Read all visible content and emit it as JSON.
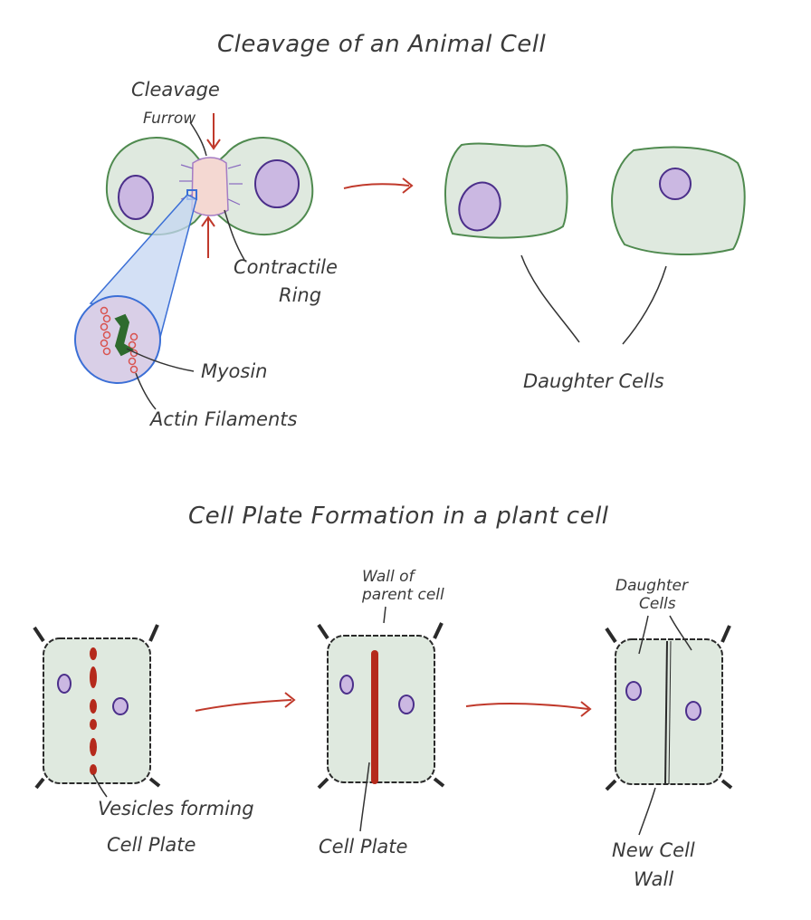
{
  "section_animal": {
    "title": "Cleavage of an Animal Cell",
    "labels": {
      "cleavage": "Cleavage",
      "furrow": "Furrow",
      "contractile": "Contractile",
      "ring": "Ring",
      "myosin": "Myosin",
      "actin": "Actin Filaments",
      "daughter_cells": "Daughter Cells"
    }
  },
  "section_plant": {
    "title": "Cell Plate  Formation in a plant cell",
    "labels": {
      "wall_of": "Wall of",
      "parent_cell": "parent cell",
      "daughter": "Daughter",
      "cells": "Cells",
      "vesicles": "Vesicles forming",
      "cell_plate_1": "Cell Plate",
      "cell_plate_2": "Cell Plate",
      "new_cell": "New Cell",
      "wall": "Wall"
    }
  },
  "colors": {
    "cell_fill": "#dfe9df",
    "cell_outline_animal": "#4f8a4f",
    "cell_outline_plant": "#2a2a2a",
    "nucleus_fill": "#cbb8e2",
    "nucleus_outline": "#4b2f8a",
    "arrow": "#c0392b",
    "cell_plate": "#b52a1c",
    "ring_fill": "#f4d8d2",
    "callout_fill": "#c4d6f2",
    "callout_outline": "#3b6fd6",
    "myosin": "#2e6b2e",
    "actin": "#d9534f",
    "ink": "#3a3a3a"
  }
}
